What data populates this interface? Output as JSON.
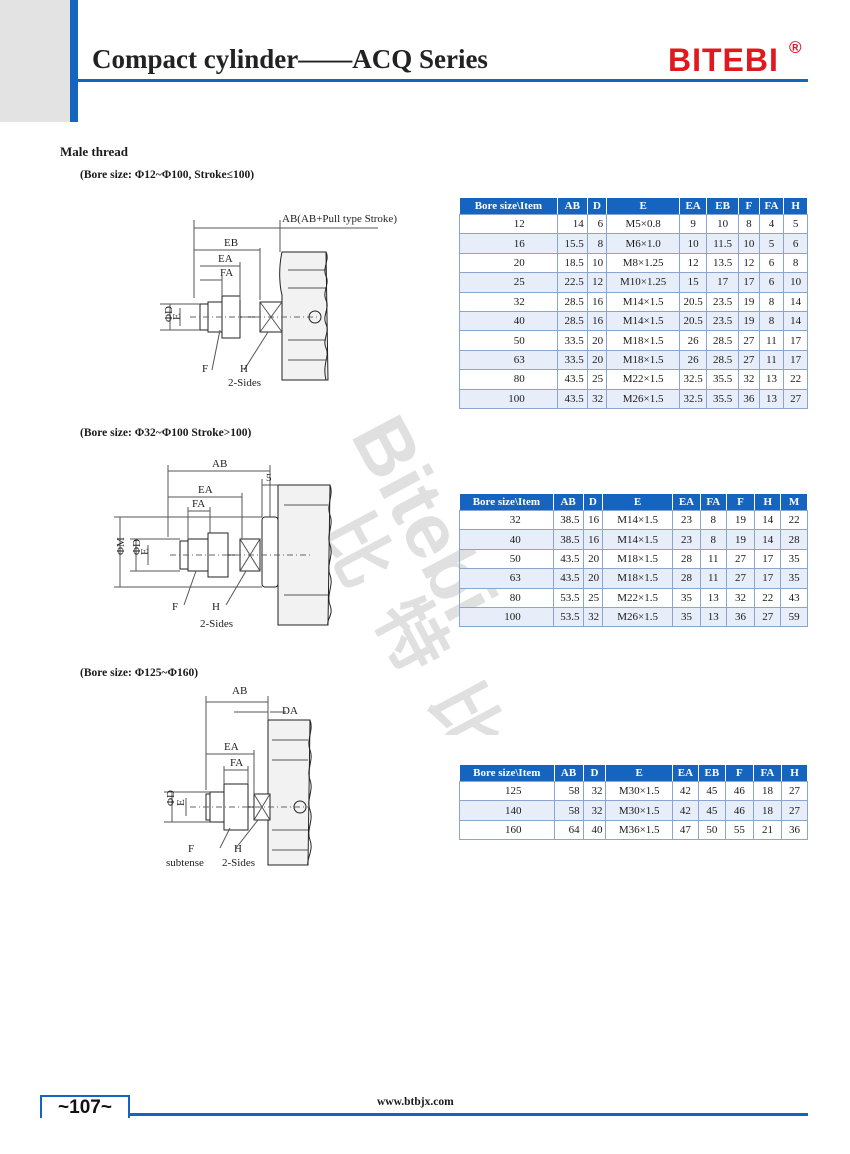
{
  "header": {
    "title": "Compact cylinder——ACQ Series",
    "brand": "BITEBI",
    "brand_mark": "®"
  },
  "section": {
    "title": "Male thread"
  },
  "watermark": {
    "latin": "Bitebi",
    "chinese": [
      "比",
      "特",
      "比"
    ]
  },
  "drawings": {
    "d1": {
      "ab_label": "AB(AB+Pull type Stroke)",
      "eb": "EB",
      "ea": "EA",
      "fa": "FA",
      "phi_d": "ΦD",
      "e": "E",
      "f": "F",
      "h": "H",
      "sides": "2-Sides"
    },
    "d2": {
      "ab": "AB",
      "five": "5",
      "ea": "EA",
      "fa": "FA",
      "phi_m": "ΦM",
      "phi_d": "ΦD",
      "e": "E",
      "f": "F",
      "h": "H",
      "sides": "2-Sides"
    },
    "d3": {
      "ab": "AB",
      "da": "DA",
      "ea": "EA",
      "fa": "FA",
      "phi_d": "ΦD",
      "e": "E",
      "f": "F",
      "h": "H",
      "subtense": "subtense",
      "sides": "2-Sides"
    }
  },
  "tables": {
    "t1": {
      "subtitle": "(Bore size: Φ12~Φ100, Stroke≤100)",
      "headers": [
        "Bore size\\Item",
        "AB",
        "D",
        "E",
        "EA",
        "EB",
        "F",
        "FA",
        "H"
      ],
      "rows": [
        [
          "12",
          "14",
          "6",
          "M5×0.8",
          "9",
          "10",
          "8",
          "4",
          "5"
        ],
        [
          "16",
          "15.5",
          "8",
          "M6×1.0",
          "10",
          "11.5",
          "10",
          "5",
          "6"
        ],
        [
          "20",
          "18.5",
          "10",
          "M8×1.25",
          "12",
          "13.5",
          "12",
          "6",
          "8"
        ],
        [
          "25",
          "22.5",
          "12",
          "M10×1.25",
          "15",
          "17",
          "17",
          "6",
          "10"
        ],
        [
          "32",
          "28.5",
          "16",
          "M14×1.5",
          "20.5",
          "23.5",
          "19",
          "8",
          "14"
        ],
        [
          "40",
          "28.5",
          "16",
          "M14×1.5",
          "20.5",
          "23.5",
          "19",
          "8",
          "14"
        ],
        [
          "50",
          "33.5",
          "20",
          "M18×1.5",
          "26",
          "28.5",
          "27",
          "11",
          "17"
        ],
        [
          "63",
          "33.5",
          "20",
          "M18×1.5",
          "26",
          "28.5",
          "27",
          "11",
          "17"
        ],
        [
          "80",
          "43.5",
          "25",
          "M22×1.5",
          "32.5",
          "35.5",
          "32",
          "13",
          "22"
        ],
        [
          "100",
          "43.5",
          "32",
          "M26×1.5",
          "32.5",
          "35.5",
          "36",
          "13",
          "27"
        ]
      ]
    },
    "t2": {
      "subtitle": "(Bore size: Φ32~Φ100   Stroke>100)",
      "headers": [
        "Bore size\\Item",
        "AB",
        "D",
        "E",
        "EA",
        "FA",
        "F",
        "H",
        "M"
      ],
      "rows": [
        [
          "32",
          "38.5",
          "16",
          "M14×1.5",
          "23",
          "8",
          "19",
          "14",
          "22"
        ],
        [
          "40",
          "38.5",
          "16",
          "M14×1.5",
          "23",
          "8",
          "19",
          "14",
          "28"
        ],
        [
          "50",
          "43.5",
          "20",
          "M18×1.5",
          "28",
          "11",
          "27",
          "17",
          "35"
        ],
        [
          "63",
          "43.5",
          "20",
          "M18×1.5",
          "28",
          "11",
          "27",
          "17",
          "35"
        ],
        [
          "80",
          "53.5",
          "25",
          "M22×1.5",
          "35",
          "13",
          "32",
          "22",
          "43"
        ],
        [
          "100",
          "53.5",
          "32",
          "M26×1.5",
          "35",
          "13",
          "36",
          "27",
          "59"
        ]
      ]
    },
    "t3": {
      "subtitle": "(Bore size: Φ125~Φ160)",
      "headers": [
        "Bore size\\Item",
        "AB",
        "D",
        "E",
        "EA",
        "EB",
        "F",
        "FA",
        "H"
      ],
      "rows": [
        [
          "125",
          "58",
          "32",
          "M30×1.5",
          "42",
          "45",
          "46",
          "18",
          "27"
        ],
        [
          "140",
          "58",
          "32",
          "M30×1.5",
          "42",
          "45",
          "46",
          "18",
          "27"
        ],
        [
          "160",
          "64",
          "40",
          "M36×1.5",
          "47",
          "50",
          "55",
          "21",
          "36"
        ]
      ]
    }
  },
  "footer": {
    "page_number": "~107~",
    "url": "www.btbjx.com"
  }
}
